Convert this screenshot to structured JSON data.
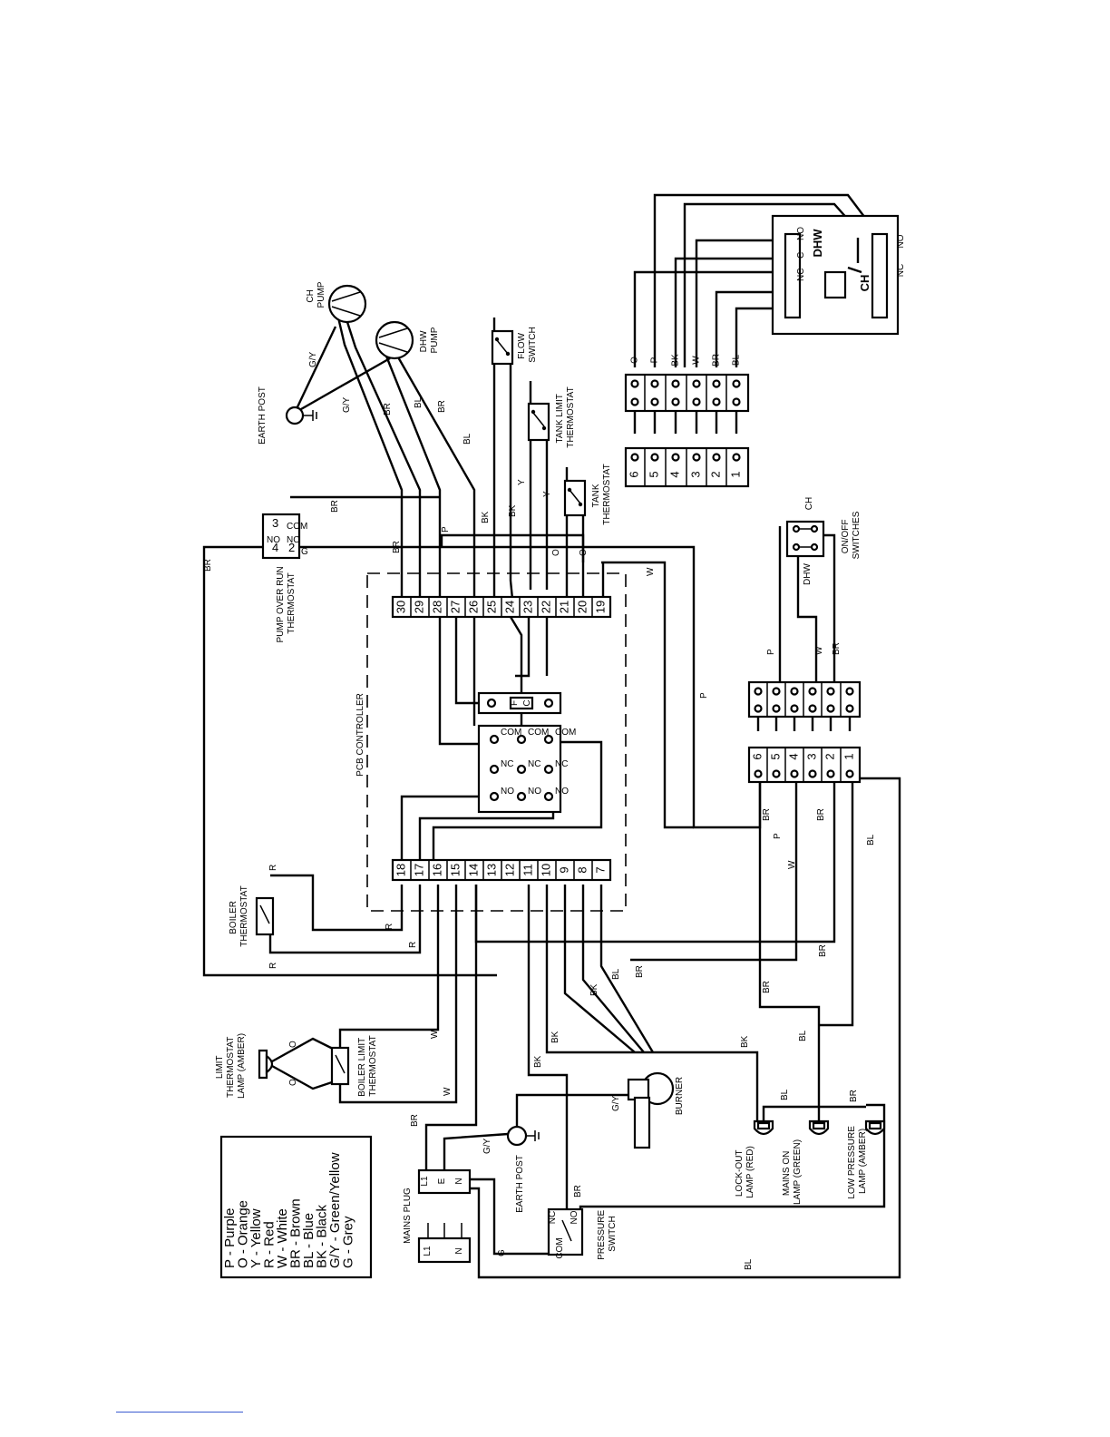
{
  "legend": [
    "P - Purple",
    "O - Orange",
    "Y - Yellow",
    "R - Red",
    "W - White",
    "BR - Brown",
    "BL - Blue",
    "BK - Black",
    "G/Y - Green/Yellow",
    "G - Grey"
  ],
  "components": {
    "ch_pump": [
      "CH",
      "PUMP"
    ],
    "dhw_pump": [
      "DHW",
      "PUMP"
    ],
    "flow_switch": [
      "FLOW",
      "SWITCH"
    ],
    "tank_limit_thermostat": [
      "TANK LIMIT",
      "THERMOSTAT"
    ],
    "tank_thermostat": [
      "TANK",
      "THERMOSTAT"
    ],
    "earth_post_top": "EARTH POST",
    "pump_over_run_thermostat": [
      "PUMP OVER RUN",
      "THERMOSTAT"
    ],
    "pcb_controller": "PCB CONTROLLER",
    "boiler_thermostat": [
      "BOILER",
      "THERMOSTAT"
    ],
    "limit_thermostat_lamp": [
      "LIMIT",
      "THERMOSTAT",
      "LAMP (AMBER)"
    ],
    "boiler_limit_thermostat": [
      "BOILER LIMIT",
      "THERMOSTAT"
    ],
    "burner": "BURNER",
    "earth_post_bottom": "EARTH POST",
    "mains_plug": "MAINS PLUG",
    "pressure_switch": [
      "PRESSURE",
      "SWITCH"
    ],
    "lockout_lamp": [
      "LOCK-OUT",
      "LAMP (RED)"
    ],
    "mains_on_lamp": [
      "MAINS ON",
      "LAMP (GREEN)"
    ],
    "low_pressure_lamp": [
      "LOW PRESSURE",
      "LAMP (AMBER)"
    ],
    "on_off_switches": [
      "ON/OFF",
      "SWITCHES"
    ],
    "switch_ch": "CH",
    "switch_dhw": "DHW",
    "valve_dhw": "DHW",
    "valve_ch": "CH"
  },
  "terminals": {
    "pcb_top": [
      "30",
      "29",
      "28",
      "27",
      "26",
      "25",
      "24",
      "23",
      "22",
      "21",
      "20",
      "19"
    ],
    "pcb_bottom": [
      "18",
      "17",
      "16",
      "15",
      "14",
      "13",
      "12",
      "11",
      "10",
      "9",
      "8",
      "7"
    ],
    "connector_numbers": [
      "6",
      "5",
      "4",
      "3",
      "2",
      "1"
    ],
    "overrun_pins": [
      "4",
      "2",
      "3"
    ],
    "overrun_small": [
      "NO",
      "NC",
      "COM"
    ],
    "overrun_g": "G",
    "relay_com": "COM",
    "relay_no": "NO",
    "relay_nc": "NC",
    "fuse": [
      "F",
      "C"
    ],
    "mains_plug_pins": [
      "L1",
      "E",
      "N"
    ],
    "valve_contacts": [
      "NO",
      "C",
      "NC"
    ],
    "valve_nc": "NC",
    "valve_no": "NO",
    "pressure_pins": [
      "NC",
      "NO",
      "COM"
    ]
  },
  "wire_colors": {
    "upper_connector": [
      "O",
      "P",
      "BK",
      "W",
      "BR",
      "BL"
    ],
    "gy": "G/Y",
    "br": "BR",
    "bl": "BL",
    "bk": "BK",
    "y": "Y",
    "p": "P",
    "o": "O",
    "w": "W",
    "r": "R",
    "g": "G"
  }
}
